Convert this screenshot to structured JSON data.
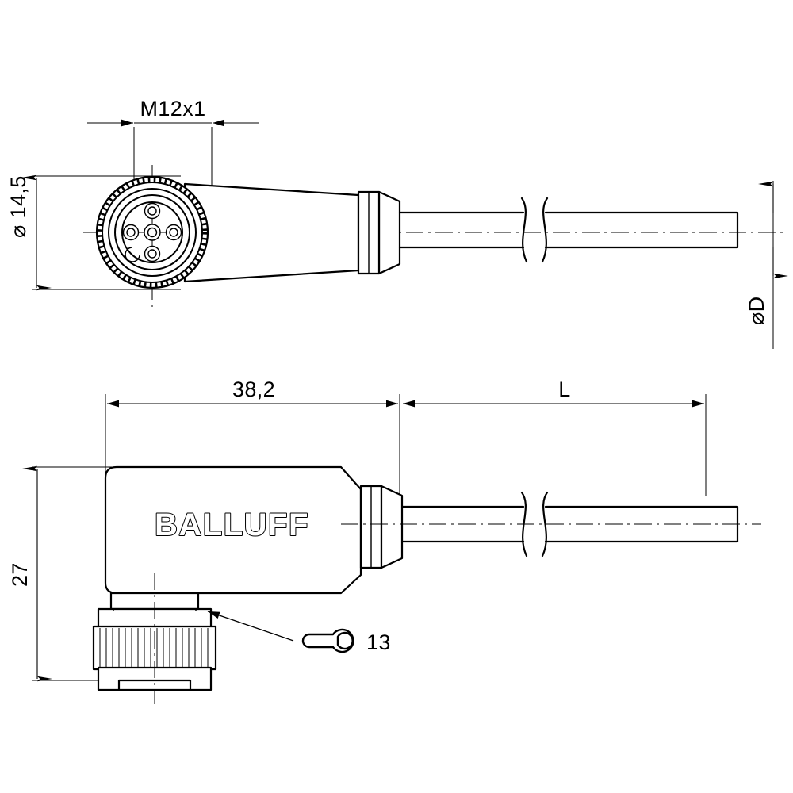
{
  "drawing": {
    "title": "BALLUFF M12 angled female connector with cable",
    "brand": "BALLUFF",
    "background_color": "#ffffff",
    "line_color": "#000000",
    "views": [
      {
        "id": "top-view",
        "name": "front-end-view-with-cable",
        "description": "Axial view of M12 5-pin female connector face with knurled coupling nut and trailing cable"
      },
      {
        "id": "side-view",
        "name": "right-angle-side-view",
        "description": "Side elevation of 90 degree angled connector body with BALLUFF marking and knurled coupling nut"
      }
    ],
    "dimensions": {
      "thread": "M12x1",
      "face_diameter": "14,5",
      "face_diameter_symbol": "⌀",
      "cable_diameter": "D",
      "cable_diameter_symbol": "⌀",
      "body_length": "38,2",
      "cable_length": "L",
      "body_height": "27"
    },
    "callouts": [
      {
        "id": "wrench-callout",
        "icon": "wrench-icon",
        "value": "13",
        "description": "Open end wrench size 13 mm for coupling nut"
      }
    ],
    "connector_face": {
      "pin_count": 5,
      "arrangement": "cross-pattern with keyway notch",
      "keyway": "lower-left notch"
    }
  }
}
